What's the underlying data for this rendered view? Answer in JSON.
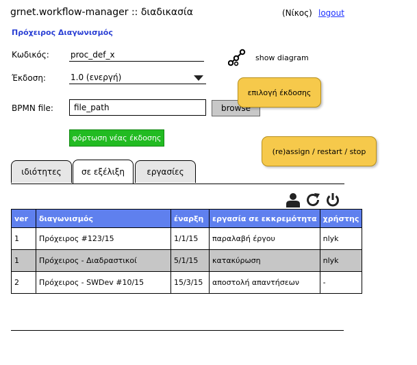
{
  "header": {
    "app_title": "grnet.workflow-manager :: διαδικασία",
    "user_name": "(Νίκος)",
    "logout_label": "logout"
  },
  "section_title": "Πρόχειρος Διαγωνισμός",
  "form": {
    "code_label": "Κωδικός:",
    "code_value": "proc_def_x",
    "version_label": "Έκδοση:",
    "version_value": "1.0 (ενεργή)",
    "diagram_label": "show diagram",
    "bpmn_label": "BPMN file:",
    "file_value": "file_path",
    "browse_label": "browse",
    "upload_label": "φόρτωση νέας έκδοσης"
  },
  "notes": {
    "version_note": "επιλογή έκδοσης",
    "actions_note": "(re)assign / restart / stop"
  },
  "tabs": [
    {
      "label": "ιδιότητες",
      "active": false
    },
    {
      "label": "σε εξέλιξη",
      "active": true
    },
    {
      "label": "εργασίες",
      "active": false
    }
  ],
  "table": {
    "headers": [
      "ver",
      "διαγωνισμός",
      "έναρξη",
      "εργασία σε εκκρεμότητα",
      "χρήστης"
    ],
    "rows": [
      [
        "1",
        "Πρόχειρος #123/15",
        "1/1/15",
        "παραλαβή έργου",
        "nlyk"
      ],
      [
        "1",
        "Πρόχειρος - Διαδραστικοί",
        "5/1/15",
        "κατακύρωση",
        "nlyk"
      ],
      [
        "2",
        "Πρόχειρος - SWDev #10/15",
        "15/3/15",
        "αποστολή απαντήσεων",
        "-"
      ]
    ],
    "selected_row": 1
  },
  "icons": {
    "diagram": "diagram-icon",
    "assign": "user-icon",
    "restart": "refresh-icon",
    "stop": "power-icon"
  },
  "colors": {
    "link": "#1a2fff",
    "section_title": "#2a3fd4",
    "upload_button": "#22bb22",
    "table_header": "#5f80ee",
    "selected_row": "#c6c6c6",
    "note": "#f6c94b",
    "browse_button": "#c8c8c8"
  }
}
